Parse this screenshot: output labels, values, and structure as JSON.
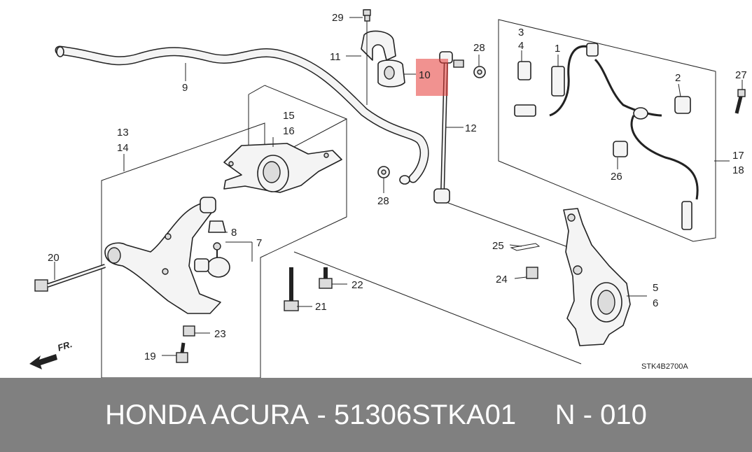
{
  "diagram": {
    "callouts": {
      "p29": "29",
      "p11": "11",
      "p10": "10",
      "p28a": "28",
      "p28b": "28",
      "p9": "9",
      "p12": "12",
      "p13": "13",
      "p14": "14",
      "p15": "15",
      "p16": "16",
      "p3": "3",
      "p4": "4",
      "p1": "1",
      "p2": "2",
      "p27": "27",
      "p17": "17",
      "p18": "18",
      "p26": "26",
      "p8": "8",
      "p7": "7",
      "p20": "20",
      "p21": "21",
      "p22": "22",
      "p23": "23",
      "p19": "19",
      "p25": "25",
      "p24": "24",
      "p5": "5",
      "p6": "6"
    },
    "front_label": "FR.",
    "drawing_code": "STK4B2700A",
    "highlight_color": "#e53935"
  },
  "footer": {
    "brand": "HONDA ACURA",
    "separator": " - ",
    "part_number": "51306STKA01",
    "ref": "N - 010"
  }
}
